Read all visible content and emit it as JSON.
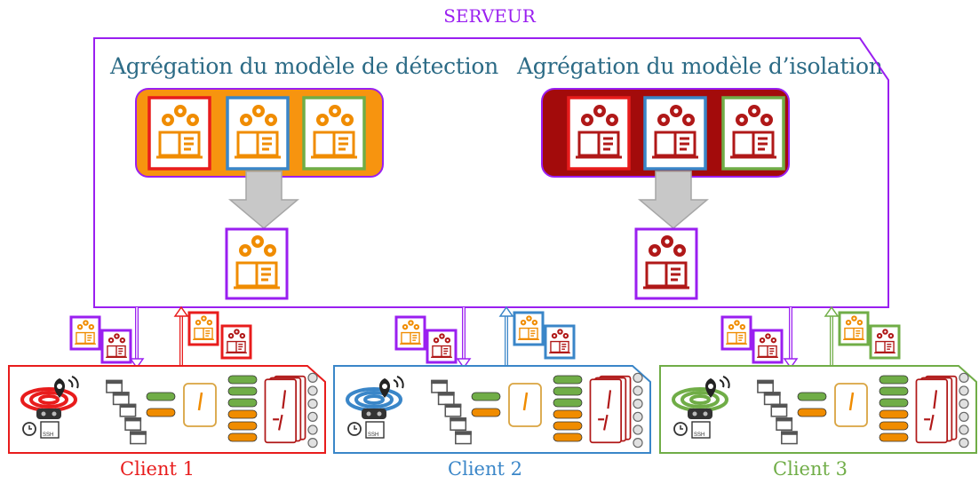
{
  "server": {
    "title": "SERVEUR",
    "detection_title": "Agrégation du modèle de détection",
    "isolation_title": "Agrégation du modèle d’isolation"
  },
  "clients": [
    {
      "label": "Client 1",
      "color": "#e81c1c"
    },
    {
      "label": "Client 2",
      "color": "#3a86c8"
    },
    {
      "label": "Client 3",
      "color": "#70ad47"
    }
  ],
  "colors": {
    "server_border": "#9a1ff0",
    "detection_band": "#f7940f",
    "isolation_band": "#a30b0b",
    "model_orange": "#f08c00",
    "model_red": "#b01818",
    "arrow_gray": "#c8c8c8",
    "title_teal": "#2c6b86",
    "lane_green": "#70ad47",
    "lane_orange": "#f08c00"
  },
  "icons": [
    "gears-book-icon",
    "location-pin-icon",
    "signal-rings-icon",
    "clock-icon",
    "ssh-terminal-icon",
    "robot-icon",
    "server-rack-icon"
  ],
  "misc": {
    "ssh_label": "SSH"
  }
}
